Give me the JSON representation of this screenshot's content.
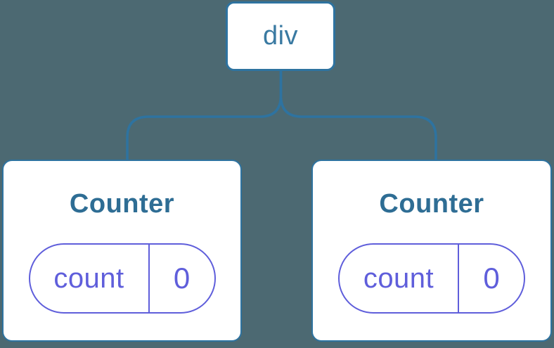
{
  "diagram": {
    "root": {
      "label": "div"
    },
    "children": [
      {
        "title": "Counter",
        "state": {
          "key": "count",
          "value": "0"
        }
      },
      {
        "title": "Counter",
        "state": {
          "key": "count",
          "value": "0"
        }
      }
    ]
  },
  "colors": {
    "background": "#4c6972",
    "connector": "#2e73a0",
    "node_border": "#2e73a0",
    "node_text": "#3a7aa2",
    "card_border": "#2e73a0",
    "card_title": "#2e6d94",
    "pill": "#5f5edb",
    "card_bg": "#ffffff"
  }
}
